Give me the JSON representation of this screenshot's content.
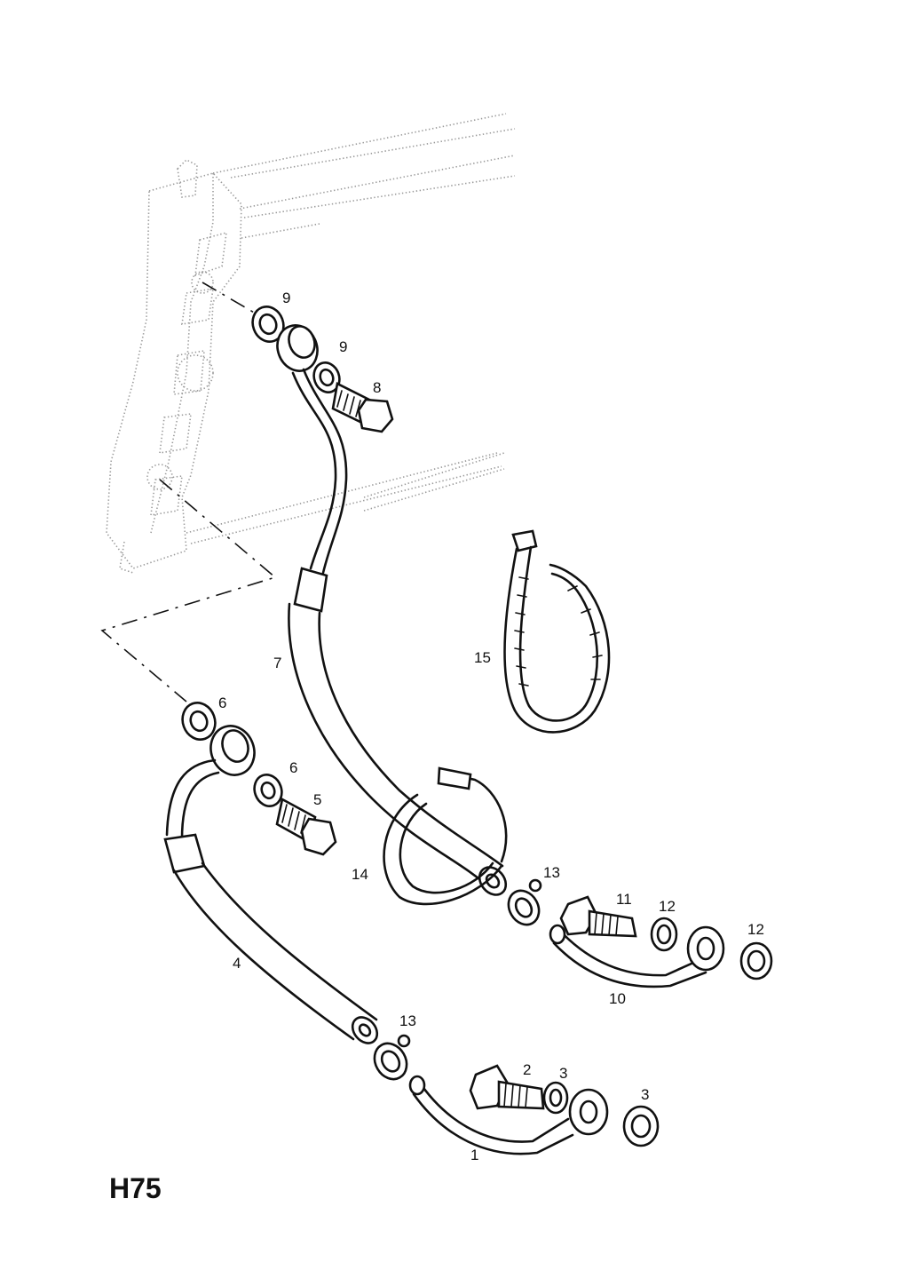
{
  "diagram": {
    "code": "H75",
    "callouts": {
      "c1": "1",
      "c2": "2",
      "c3a": "3",
      "c3b": "3",
      "c4": "4",
      "c5": "5",
      "c6a": "6",
      "c6b": "6",
      "c7": "7",
      "c8": "8",
      "c9a": "9",
      "c9b": "9",
      "c10": "10",
      "c11": "11",
      "c12a": "12",
      "c12b": "12",
      "c13a": "13",
      "c13b": "13",
      "c14": "14",
      "c15": "15"
    }
  }
}
